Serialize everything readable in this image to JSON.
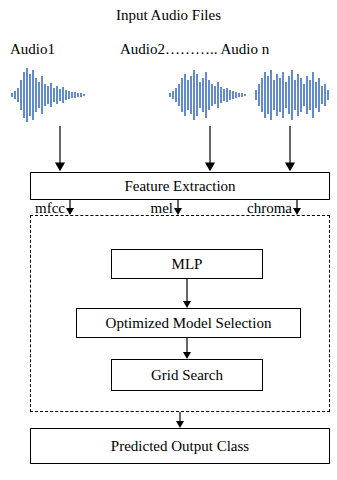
{
  "diagram": {
    "title": "Input Audio Files",
    "nodes": [
      {
        "text": [
          "Feature Extraction"
        ]
      },
      {
        "text": []
      },
      {
        "text": [
          "MLP"
        ],
        "in": 1
      },
      {
        "text": [
          "Optimized Model Selection"
        ],
        "in": 1
      },
      {
        "text": [
          "Grid Search"
        ],
        "in": 1
      },
      {
        "text": [
          "Predicted Output Class"
        ]
      }
    ],
    "edges": [
      {
        "from": 0,
        "to": 1,
        "arrow": "to",
        "label": "mfcc"
      },
      {
        "from": 0,
        "to": 1,
        "arrow": "to",
        "label": "mel"
      },
      {
        "from": 0,
        "to": 1,
        "arrow": "to",
        "label": "chroma"
      },
      {
        "from": 2,
        "to": 3,
        "arrow": "to"
      },
      {
        "from": 3,
        "to": 4,
        "arrow": "to"
      },
      {
        "from": 1,
        "to": 5,
        "arrow": "to"
      }
    ],
    "labels": [
      "Audio1",
      "Audio2……….. Audio n"
    ]
  }
}
